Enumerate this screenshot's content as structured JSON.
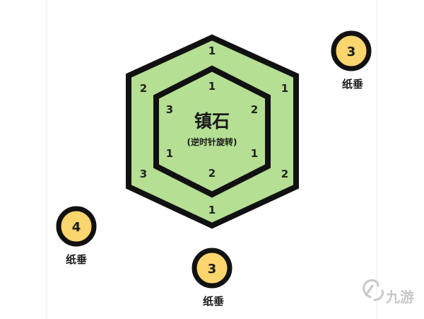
{
  "colors": {
    "hex_fill": "#b5df93",
    "hex_stroke": "#111111",
    "weight_fill": "#fbd56e",
    "weight_stroke": "#111111",
    "border_line": "#eeeeee",
    "watermark": "#c8c8c8"
  },
  "center": {
    "title": "镇石",
    "subtitle": "(逆时针旋转)"
  },
  "outer_ring": {
    "top": "1",
    "upper_right": "1",
    "lower_right": "2",
    "bottom": "1",
    "lower_left": "3",
    "upper_left": "2"
  },
  "inner_ring": {
    "top": "1",
    "upper_right": "2",
    "lower_right": "1",
    "bottom": "2",
    "lower_left": "1",
    "upper_left": "3"
  },
  "weights": {
    "top_right": {
      "value": "3",
      "label": "纸垂"
    },
    "left": {
      "value": "4",
      "label": "纸垂"
    },
    "bottom": {
      "value": "3",
      "label": "纸垂"
    }
  },
  "watermark": {
    "icon": "jiuyou-logo-icon",
    "text": "九游"
  }
}
